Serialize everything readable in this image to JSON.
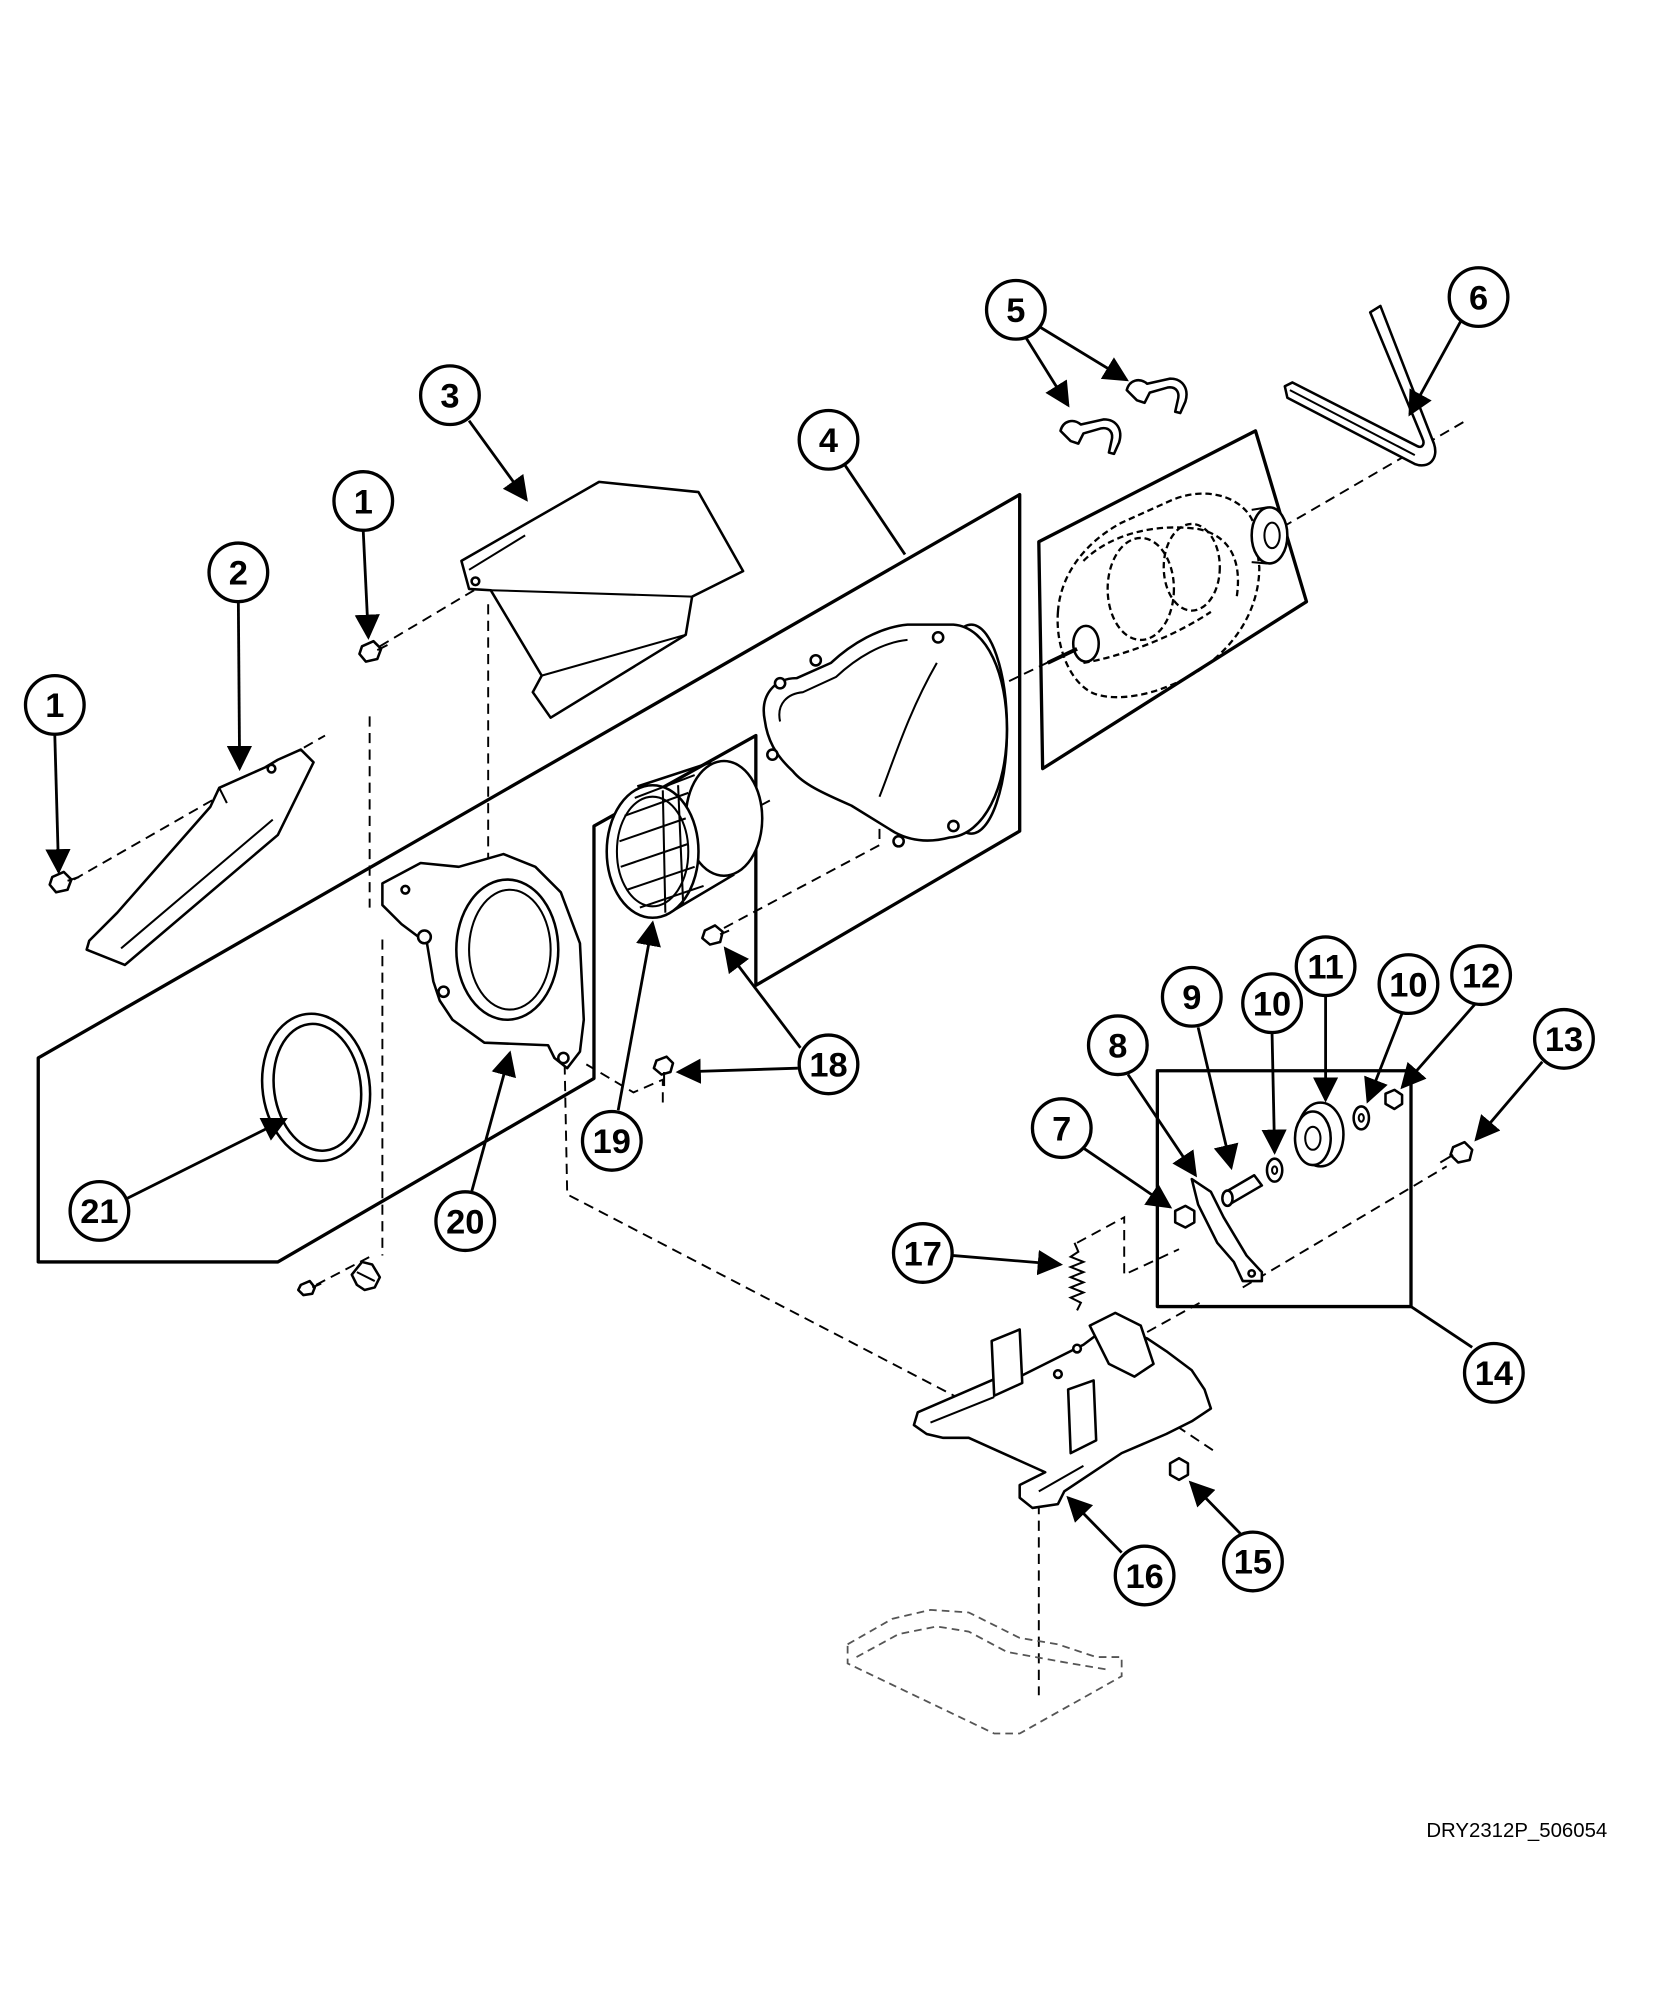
{
  "callouts": [
    "1",
    "2",
    "1",
    "3",
    "4",
    "5",
    "6",
    "7",
    "8",
    "9",
    "10",
    "11",
    "10",
    "12",
    "13",
    "14",
    "15",
    "16",
    "17",
    "18",
    "19",
    "20",
    "21"
  ],
  "drawing_id": "DRY2312P_506054",
  "colors": {
    "line": "#000000",
    "background": "#ffffff"
  }
}
